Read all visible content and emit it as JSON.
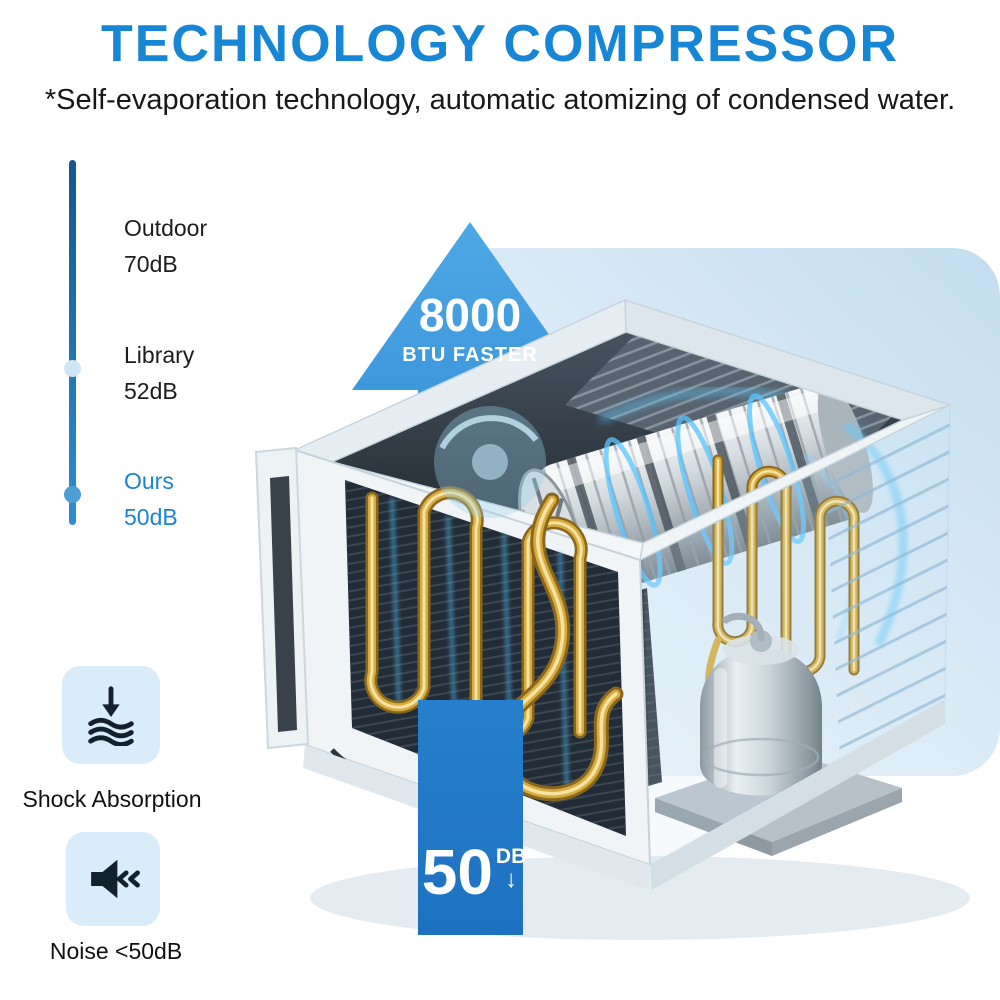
{
  "header": {
    "title": "TECHNOLOGY COMPRESSOR",
    "subtitle": "*Self-evaporation technology, automatic atomizing of condensed water."
  },
  "noise_scale": {
    "items": [
      {
        "name": "Outdoor",
        "value": "70dB",
        "highlight": false
      },
      {
        "name": "Library",
        "value": "52dB",
        "highlight": false
      },
      {
        "name": "Ours",
        "value": "50dB",
        "highlight": true
      }
    ]
  },
  "callouts": {
    "btu": {
      "number": "8000",
      "caption": "BTU FASTER"
    },
    "noise": {
      "number": "50",
      "unit": "DB",
      "arrow": "↓"
    }
  },
  "features": [
    {
      "label": "Shock Absorption",
      "icon": "shock-absorption-icon"
    },
    {
      "label": "Noise <50dB",
      "icon": "speaker-icon"
    }
  ],
  "colors": {
    "title_blue": "#1787d5",
    "arrow_blue": "#2b86d2",
    "highlight_blue": "#1a84d2",
    "icon_card_bg": "#d9ecf9",
    "backdrop_blue": "#c3ddf0"
  }
}
